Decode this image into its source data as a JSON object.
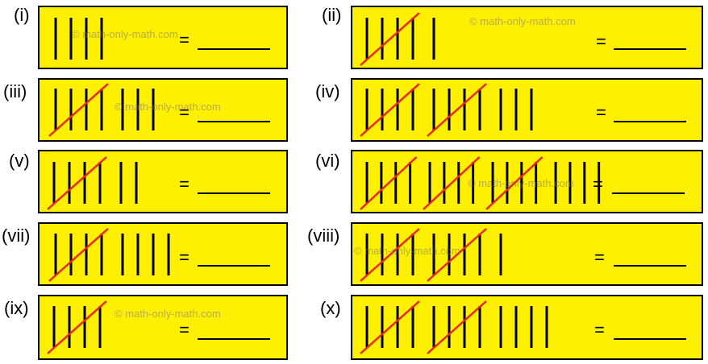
{
  "watermark": "© math-only-math.com",
  "equals_sign": "=",
  "colors": {
    "box_fill": "#ffef00",
    "tally_stroke": "#000000",
    "cross_stroke": "#e8281e"
  },
  "problems": [
    {
      "label": "(i)",
      "tally": 4
    },
    {
      "label": "(ii)",
      "tally": 6
    },
    {
      "label": "(iii)",
      "tally": 8
    },
    {
      "label": "(iv)",
      "tally": 13
    },
    {
      "label": "(v)",
      "tally": 7
    },
    {
      "label": "(vi)",
      "tally": 19
    },
    {
      "label": "(vii)",
      "tally": 9
    },
    {
      "label": "(viii)",
      "tally": 11
    },
    {
      "label": "(ix)",
      "tally": 5
    },
    {
      "label": "(x)",
      "tally": 14
    }
  ]
}
